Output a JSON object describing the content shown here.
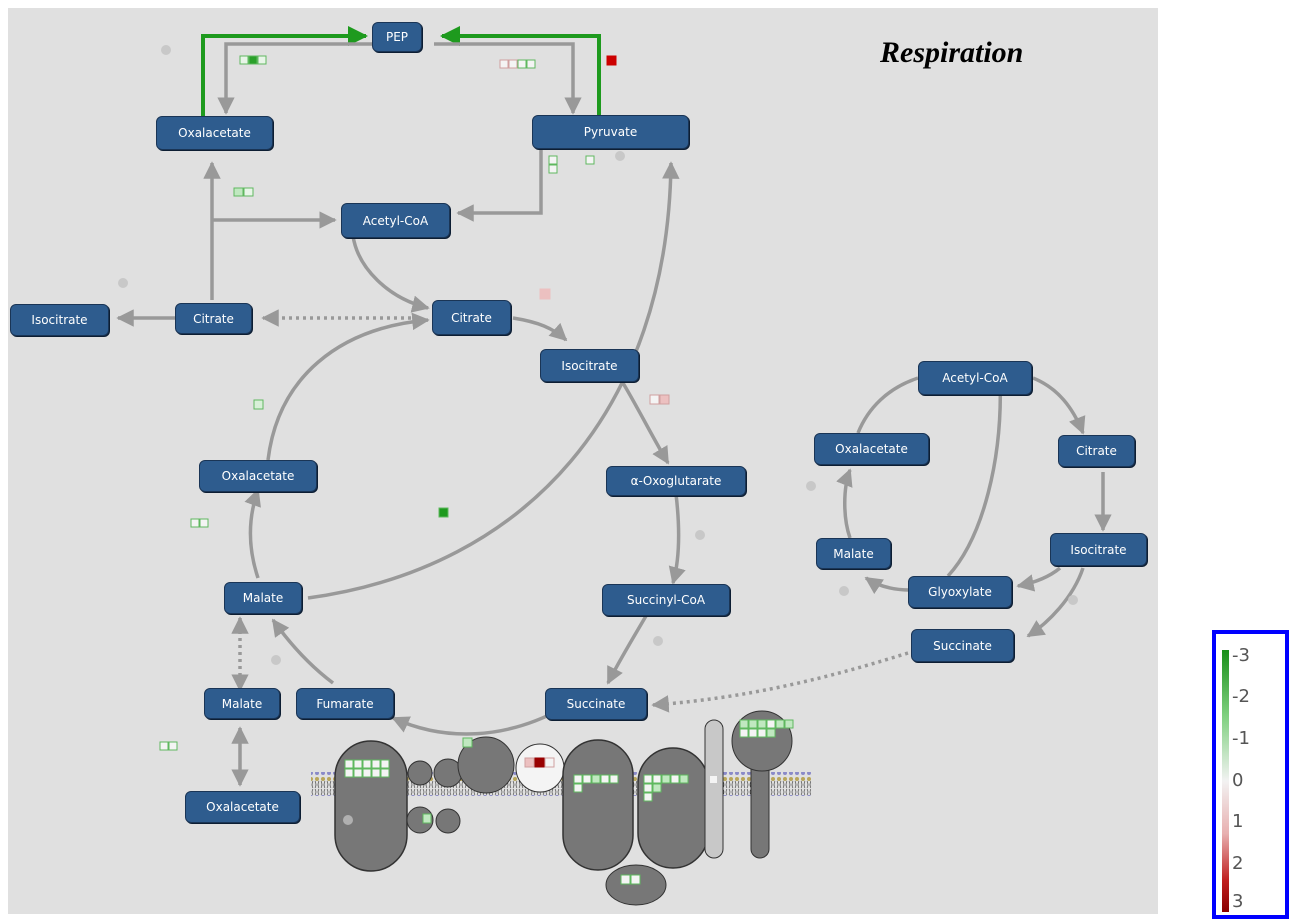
{
  "title": "Respiration",
  "nodes": {
    "pep": "PEP",
    "oxalacetate_top": "Oxalacetate",
    "pyruvate": "Pyruvate",
    "acetylcoa_top": "Acetyl-CoA",
    "isocitrate_left": "Isocitrate",
    "citrate_left": "Citrate",
    "citrate_center": "Citrate",
    "isocitrate_center": "Isocitrate",
    "oxalacetate_mid": "Oxalacetate",
    "oxoglutarate": "α-Oxoglutarate",
    "malate_mid": "Malate",
    "succinylcoa": "Succinyl-CoA",
    "malate_low": "Malate",
    "fumarate": "Fumarate",
    "succinate_center": "Succinate",
    "oxalacetate_bottom": "Oxalacetate",
    "acetylcoa_glyox": "Acetyl-CoA",
    "oxalacetate_glyox": "Oxalacetate",
    "citrate_glyox": "Citrate",
    "malate_glyox": "Malate",
    "isocitrate_glyox": "Isocitrate",
    "glyoxylate": "Glyoxylate",
    "succinate_glyox": "Succinate"
  },
  "legend": {
    "ticks": [
      "-3",
      "-2",
      "-1",
      "0",
      "1",
      "2",
      "3"
    ],
    "colors": {
      "negative": "#1a8f1a",
      "zero": "#f2f2f2",
      "positive": "#8a0000"
    }
  },
  "colors": {
    "background": "#e0e0e0",
    "node_fill": "#2e5c8e",
    "arrow": "#999999",
    "highlight_arrow": "#1e9a1e",
    "complex": "#777777"
  }
}
